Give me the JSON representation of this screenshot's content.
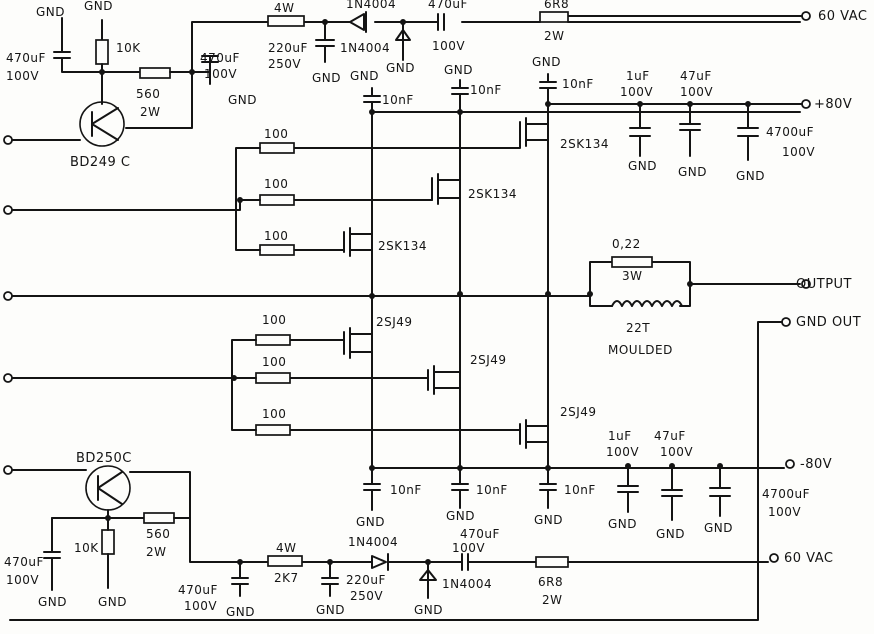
{
  "terminals": {
    "pos_vac": "60 VAC",
    "pos_rail": "+80V",
    "output": "OUTPUT",
    "gnd_out": "GND OUT",
    "neg_rail": "-80V",
    "neg_vac": "60 VAC"
  },
  "top": {
    "gnd_a": "GND",
    "gnd_b": "GND",
    "c1_val": "470uF",
    "c1_volt": "100V",
    "r_10k": "10K",
    "r_560": "560",
    "r_560_w": "2W",
    "transistor": "BD249 C",
    "c2_val": "470uF",
    "c2_volt": "100V",
    "c2_gnd": "GND",
    "r_4w": "4W",
    "c3_val": "220uF",
    "c3_volt": "250V",
    "c3_gnd": "GND",
    "d1": "1N4004",
    "d2": "1N4004",
    "d_gnd": "GND",
    "c4_val": "470uF",
    "c4_volt": "100V",
    "r_6r8": "6R8",
    "r_6r8_w": "2W"
  },
  "pos_bank": {
    "gnd1": "GND",
    "c1": "10nF",
    "gnd2": "GND",
    "c2": "10nF",
    "gnd3": "GND",
    "c3": "10nF",
    "cap_1uf": "1uF",
    "cap_1uf_v": "100V",
    "cap_47uf": "47uF",
    "cap_47uf_v": "100V",
    "cap_4700": "4700uF",
    "cap_4700_v": "100V",
    "gnd_a": "GND",
    "gnd_b": "GND",
    "gnd_c": "GND"
  },
  "mosfets": {
    "n1": "2SK134",
    "n2": "2SK134",
    "n3": "2SK134",
    "p1": "2SJ49",
    "p2": "2SJ49",
    "p3": "2SJ49"
  },
  "gate_resistors": [
    "100",
    "100",
    "100",
    "100",
    "100",
    "100"
  ],
  "output_net": {
    "r_val": "0,22",
    "r_w": "3W",
    "coil": "22T",
    "coil_type": "MOULDED"
  },
  "neg_bank": {
    "c1": "10nF",
    "gnd1": "GND",
    "c2": "10nF",
    "gnd2": "GND",
    "c3": "10nF",
    "gnd3": "GND",
    "cap_1uf": "1uF",
    "cap_1uf_v": "100V",
    "cap_47uf": "47uF",
    "cap_47uf_v": "100V",
    "cap_4700": "4700uF",
    "cap_4700_v": "100V",
    "gnd_a": "GND",
    "gnd_b": "GND",
    "gnd_c": "GND"
  },
  "bottom": {
    "transistor": "BD250C",
    "c1_val": "470uF",
    "c1_volt": "100V",
    "c1_gnd": "GND",
    "r_10k": "10K",
    "r_gnd": "GND",
    "r_560": "560",
    "r_560_w": "2W",
    "c2_val": "470uF",
    "c2_volt": "100V",
    "c2_gnd": "GND",
    "r_4w": "4W",
    "r_2k7": "2K7",
    "c3_val": "220uF",
    "c3_volt": "250V",
    "c3_gnd": "GND",
    "d1": "1N4004",
    "d2": "1N4004",
    "d_gnd": "GND",
    "c4_val": "470uF",
    "c4_volt": "100V",
    "r_6r8": "6R8",
    "r_6r8_w": "2W"
  }
}
